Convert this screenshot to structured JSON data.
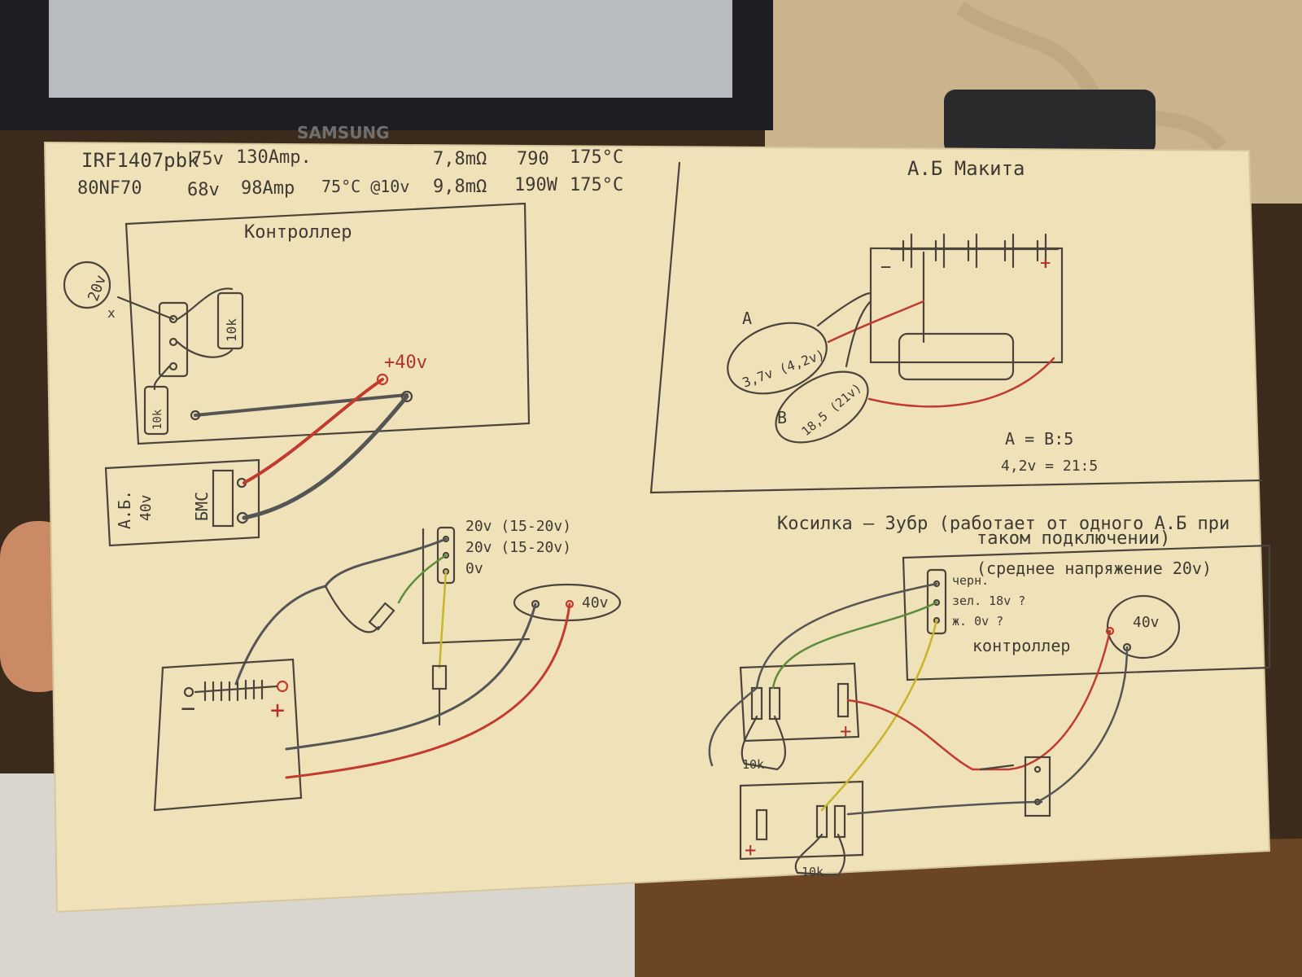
{
  "background": {
    "monitor_brand": "SAMSUNG",
    "colors": {
      "desk": "#3a2b1d",
      "wall": "#c9b48e",
      "paper": "#efe1b8",
      "pencil": "#4a443c",
      "red_wire": "#c23b2f",
      "green_wire": "#5d8c3a",
      "yellow_wire": "#c9b52a"
    }
  },
  "header": {
    "line1": [
      "IRF1407pbk",
      "75v",
      "130Amp.",
      "7,8mΩ",
      "790",
      "175°C"
    ],
    "line2": [
      "80NF70",
      "68v",
      "98Amp",
      "75°C @10v",
      "9,8mΩ",
      "190W",
      "175°C"
    ]
  },
  "left_top": {
    "title": "Контроллер",
    "voltage_circle": "20v",
    "x_mark": "x",
    "resistor_1": "10k",
    "resistor_2": "10k",
    "plus_label": "+40v"
  },
  "battery_pack": {
    "label_line1": "А.Б.",
    "label_line2": "40v",
    "bms_label": "БМС"
  },
  "left_bottom": {
    "pin_labels": [
      "20v (15-20v)",
      "20v (15-20v)",
      "0v"
    ],
    "voltage_bubble": "40v",
    "minus": "−",
    "plus": "+"
  },
  "right_top": {
    "title": "А.Б Макита",
    "cell_minus": "−",
    "cell_plus": "+",
    "bubble_a_letter": "A",
    "bubble_a_text": "3,7v (4,2v)",
    "bubble_b_letter": "B",
    "bubble_b_text": "18,5 (21v)",
    "ratio_1": "A = B:5",
    "ratio_2": "4,2v = 21:5"
  },
  "right_bottom": {
    "heading_1": "Косилка – Зубр (работает от одного А.Б при",
    "heading_2": "таком подключении)",
    "controller_note": "(среднее напряжение 20v)",
    "pin_1": "черн.",
    "pin_2": "зел. 18v ?",
    "pin_3": "ж. 0v ?",
    "controller_label": "контроллер",
    "voltage_bubble": "40v",
    "resistor_1": "10k",
    "resistor_2": "10k",
    "plus_1": "+",
    "plus_2": "+"
  }
}
